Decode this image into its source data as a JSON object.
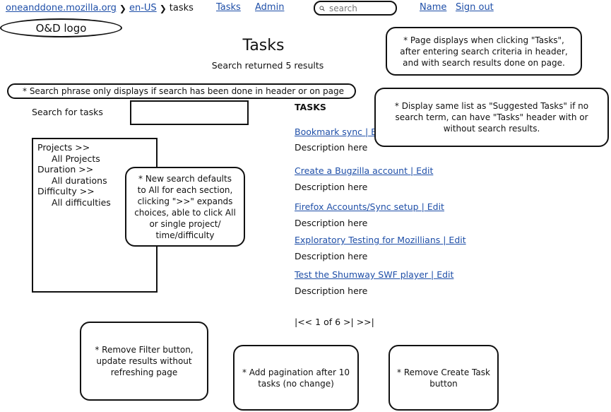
{
  "breadcrumb": {
    "site": "oneanddone.mozilla.org",
    "locale": "en-US",
    "current": "tasks",
    "separator": "❯"
  },
  "nav": {
    "tasks": "Tasks",
    "admin": "Admin",
    "name": "Name",
    "sign_out": "Sign out"
  },
  "search": {
    "placeholder": "search"
  },
  "logo": "O&D logo",
  "page": {
    "title": "Tasks",
    "results_text": "Search returned 5 results"
  },
  "notes": {
    "page_displays": "* Page displays when clicking \"Tasks\", after entering search criteria in header, and with search results done on page.",
    "search_phrase": "* Search phrase only displays if search has been done in header or on page",
    "same_list": "* Display same list as \"Suggested Tasks\" if no search term, can have \"Tasks\" header with or without search results.",
    "defaults": "* New search defaults to All for each section, clicking \">>\" expands choices, able to click All or single project/ time/difficulty",
    "remove_filter": "* Remove Filter button, update results without refreshing page",
    "pagination": "* Add pagination after 10 tasks (no change)",
    "remove_create": "* Remove Create Task button"
  },
  "search_form": {
    "label": "Search for tasks",
    "value": ""
  },
  "filters": {
    "projects": "Projects >>",
    "all_projects": "All Projects",
    "duration": "Duration >>",
    "all_durations": "All durations",
    "difficulty": "Difficulty >>",
    "all_difficulties": "All difficulties"
  },
  "task_list": {
    "header": "TASKS",
    "items": [
      {
        "title": "Bookmark sync  |  Edit",
        "description": "Description here"
      },
      {
        "title": "Create a Bugzilla account  |  Edit",
        "description": "Description here"
      },
      {
        "title": "Firefox Accounts/Sync setup  |  Edit",
        "description": "Description here"
      },
      {
        "title": "Exploratory Testing for Mozillians  |  Edit",
        "description": "Description here"
      },
      {
        "title": "Test the Shumway SWF player  |  Edit",
        "description": "Description here"
      }
    ]
  },
  "pagination": {
    "first": "|<<",
    "page_info": " 1 of 6 ",
    "next": ">|",
    "last": " >>|"
  }
}
